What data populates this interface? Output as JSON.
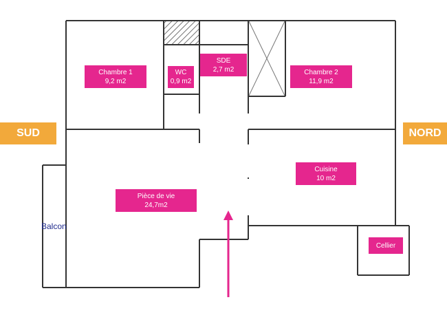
{
  "orientation": {
    "south": "SUD",
    "north": "NORD"
  },
  "balcony": {
    "label": "Balcon"
  },
  "rooms": [
    {
      "name": "Chambre 1",
      "area": "9,2 m2"
    },
    {
      "name": "WC",
      "area": "0,9 m2"
    },
    {
      "name": "SDE",
      "area": "2,7 m2"
    },
    {
      "name": "Chambre 2",
      "area": "11,9 m2"
    },
    {
      "name": "Pièce de vie",
      "area": "24,7m2"
    },
    {
      "name": "Cuisine",
      "area": "10 m2"
    },
    {
      "name": "Cellier",
      "area": ""
    }
  ],
  "colors": {
    "label_bg": "#e5268e",
    "orientation_bg": "#f2a93b",
    "walls": "#333333",
    "entrance_arrow": "#e5268e"
  }
}
